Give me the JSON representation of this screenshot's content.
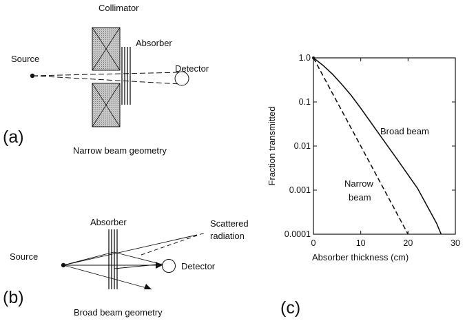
{
  "panel_a": {
    "letter": "(a)",
    "collimator": "Collimator",
    "absorber": "Absorber",
    "source": "Source",
    "detector": "Detector",
    "caption": "Narrow beam geometry"
  },
  "panel_b": {
    "letter": "(b)",
    "absorber": "Absorber",
    "scattered_line1": "Scattered",
    "scattered_line2": "radiation",
    "source": "Source",
    "detector": "Detector",
    "caption": "Broad beam geometry"
  },
  "panel_c": {
    "letter": "(c)"
  },
  "chart_data": {
    "type": "line",
    "xlabel": "Absorber thickness (cm)",
    "ylabel": "Fraction transmitted",
    "xlim": [
      0,
      30
    ],
    "ylim": [
      0.0001,
      1.0
    ],
    "yscale": "log",
    "x_ticks": [
      "0",
      "10",
      "20",
      "30"
    ],
    "y_ticks": [
      "1.0",
      "0.1",
      "0.01",
      "0.001",
      "0.0001"
    ],
    "series": [
      {
        "name": "Broad beam",
        "style": "solid",
        "x": [
          0,
          2,
          4,
          6,
          8,
          10,
          14,
          18,
          22,
          26,
          27
        ],
        "y": [
          1.0,
          0.68,
          0.43,
          0.25,
          0.14,
          0.072,
          0.018,
          0.0045,
          0.0011,
          0.00018,
          0.0001
        ]
      },
      {
        "name_line1": "Narrow",
        "name_line2": "beam",
        "style": "dashed",
        "x": [
          0,
          5,
          10,
          15,
          20
        ],
        "y": [
          1.0,
          0.1,
          0.01,
          0.001,
          0.0001
        ]
      }
    ],
    "broad_label": "Broad beam"
  }
}
